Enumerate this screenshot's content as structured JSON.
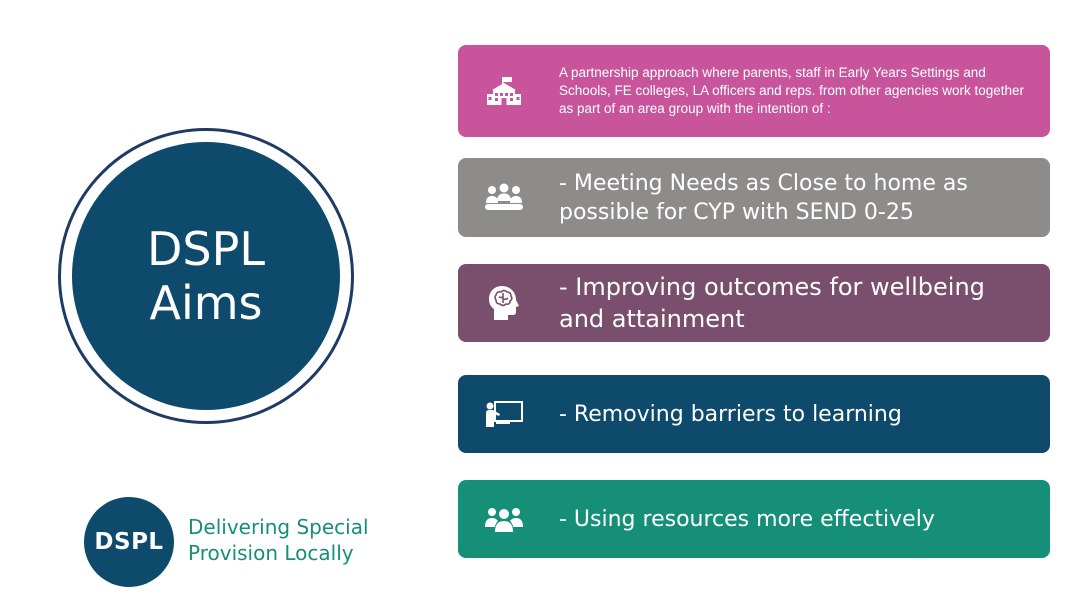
{
  "main": {
    "circle_line1": "DSPL",
    "circle_line2": "Aims"
  },
  "cards": [
    {
      "icon": "school-building-icon",
      "text": "A partnership approach where parents, staff in Early Years Settings and Schools, FE colleges, LA officers and reps. from other agencies work together as part of an area group with the intention of :"
    },
    {
      "icon": "meeting-group-icon",
      "text": "- Meeting Needs as Close to home as possible for CYP with SEND 0-25"
    },
    {
      "icon": "brain-head-icon",
      "text": "- Improving outcomes for wellbeing and attainment"
    },
    {
      "icon": "presentation-board-icon",
      "text": "- Removing barriers to learning"
    },
    {
      "icon": "people-group-icon",
      "text": "- Using resources more effectively"
    }
  ],
  "logo": {
    "abbr": "DSPL",
    "line1": "Delivering Special",
    "line2": "Provision Locally"
  },
  "colors": {
    "pink": "#c8559c",
    "grey": "#8e8b8b",
    "plum": "#7a4f6e",
    "navy": "#0d4a6b",
    "teal": "#168f78"
  }
}
